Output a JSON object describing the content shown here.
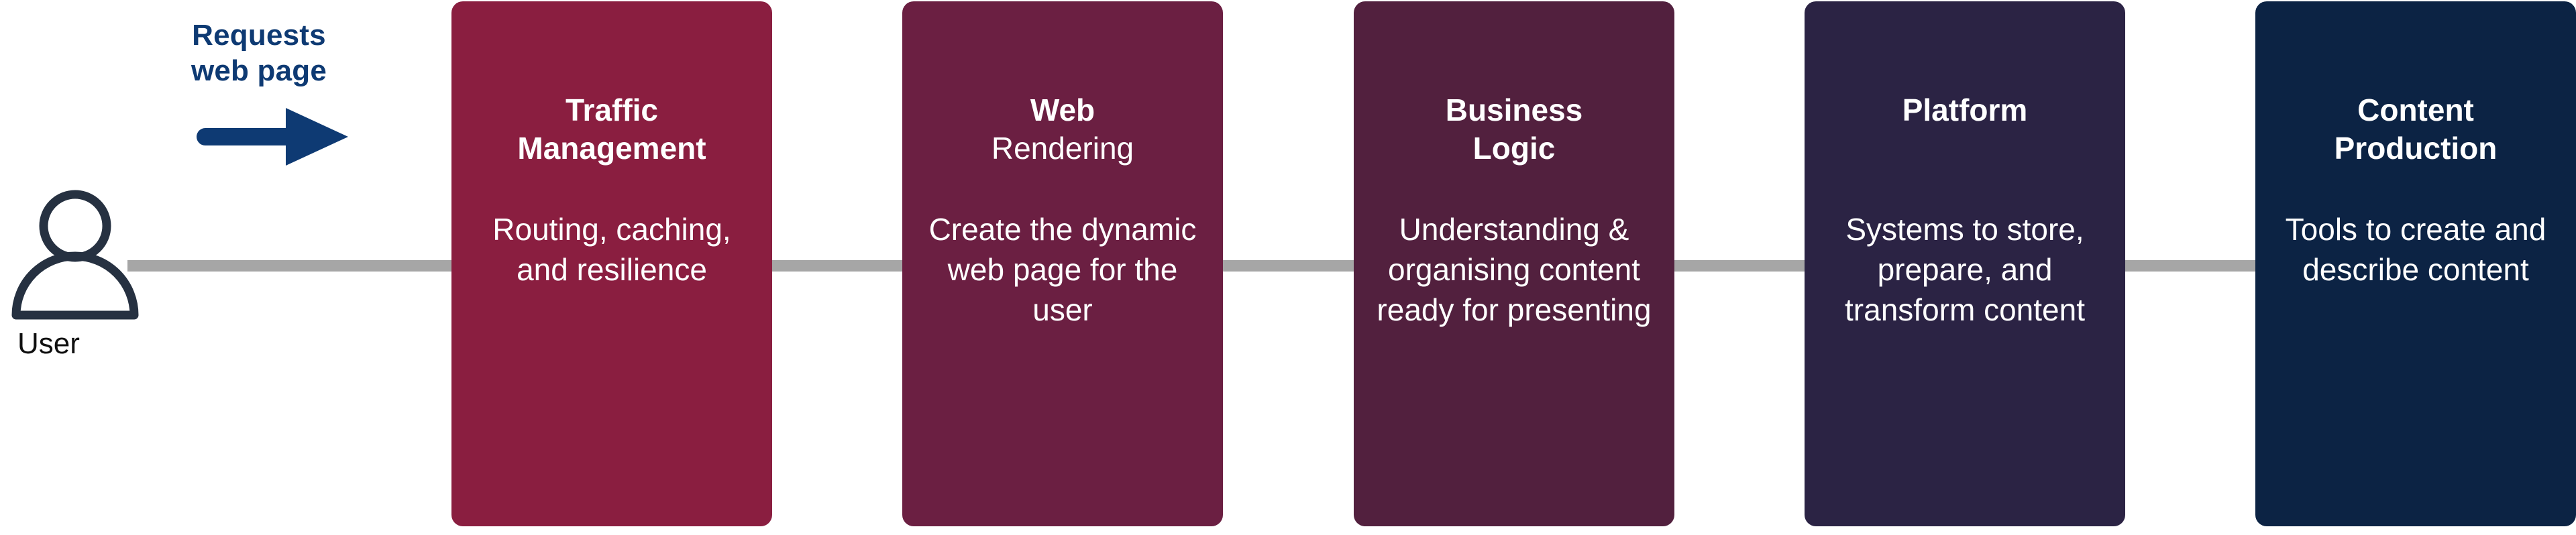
{
  "diagram": {
    "actor": {
      "icon": "user-person-icon",
      "label": "User"
    },
    "annotation": {
      "line1": "Requests",
      "line2": "web page",
      "arrow_icon": "right-arrow-icon",
      "color": "#0e3a73"
    },
    "connector": {
      "icon": "horizontal-connector-line",
      "color": "#a6a6a6"
    },
    "stages": [
      {
        "title_bold": "Traffic",
        "title_rest": "Management",
        "title_rest_bold": true,
        "description": "Routing, caching, and resilience",
        "color": "#8a1e40"
      },
      {
        "title_bold": "Web",
        "title_rest": "Rendering",
        "title_rest_bold": false,
        "description": "Create the dynamic web page for the user",
        "color": "#6b1f42"
      },
      {
        "title_bold": "Business",
        "title_rest": "Logic",
        "title_rest_bold": true,
        "description": "Understanding & organising content ready for presenting",
        "color": "#52203e"
      },
      {
        "title_bold": "Platform",
        "title_rest": "",
        "title_rest_bold": true,
        "description": "Systems to store, prepare, and transform content",
        "color": "#2b2344"
      },
      {
        "title_bold": "Content",
        "title_rest": "Production",
        "title_rest_bold": true,
        "description": "Tools to create and describe content",
        "color": "#0c2344"
      }
    ]
  }
}
